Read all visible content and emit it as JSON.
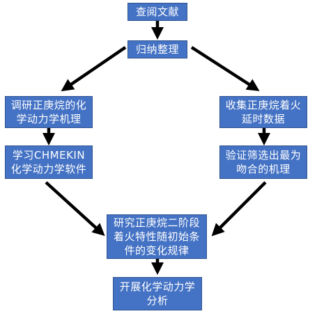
{
  "nodes": {
    "review": "查阅文献",
    "summarize": "归纳整理",
    "research_mechanism": "调研正庚烷的化\n学动力学机理",
    "collect_data": "收集正庚烷着火\n延时数据",
    "learn_chemkin": "学习CHMEKIN\n化学动力学软件",
    "validate": "验证筛选出最为\n吻合的机理",
    "study_ignition": "研究正庚烷二阶段\n着火特性随初始条\n件的变化规律",
    "analysis": "开展化学动力学\n分析"
  },
  "colors": {
    "box_fill": "#4472C4",
    "box_border": "#2F528F",
    "box_text": "#FFFFFF",
    "arrow": "#000000"
  }
}
